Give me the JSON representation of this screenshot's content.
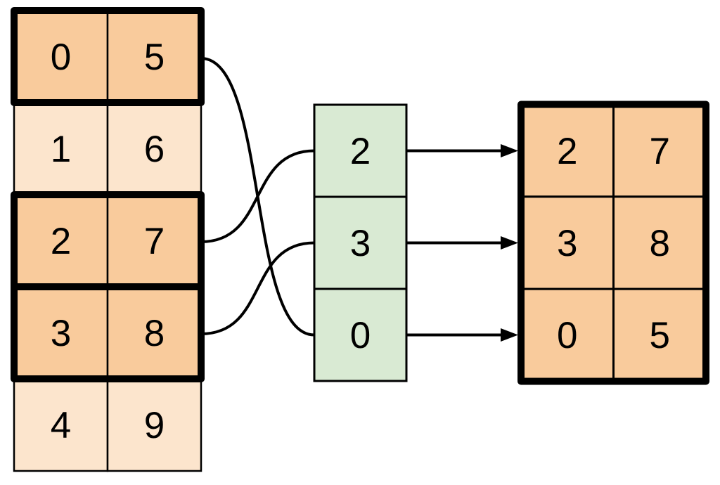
{
  "colors": {
    "source_highlight_fill": "#F9CB9C",
    "source_dim_fill": "#FCE5CD",
    "index_fill": "#D9EAD3",
    "result_fill": "#F9CB9C",
    "stroke": "#000000",
    "background": "#FFFFFF"
  },
  "source_table": {
    "rows": [
      {
        "cells": [
          "0",
          "5"
        ],
        "highlighted": true
      },
      {
        "cells": [
          "1",
          "6"
        ],
        "highlighted": false
      },
      {
        "cells": [
          "2",
          "7"
        ],
        "highlighted": true
      },
      {
        "cells": [
          "3",
          "8"
        ],
        "highlighted": true
      },
      {
        "cells": [
          "4",
          "9"
        ],
        "highlighted": false
      }
    ]
  },
  "index_column": {
    "cells": [
      "2",
      "3",
      "0"
    ]
  },
  "result_table": {
    "rows": [
      {
        "cells": [
          "2",
          "7"
        ]
      },
      {
        "cells": [
          "3",
          "8"
        ]
      },
      {
        "cells": [
          "0",
          "5"
        ]
      }
    ]
  }
}
